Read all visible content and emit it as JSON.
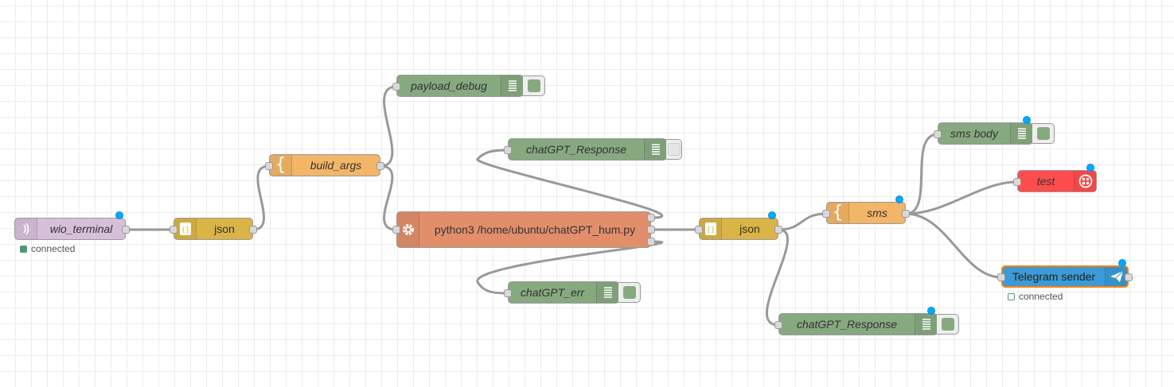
{
  "nodes": {
    "wio_terminal": {
      "label": "wio_terminal",
      "status": "connected"
    },
    "json1": {
      "label": "json"
    },
    "build_args": {
      "label": "build_args"
    },
    "payload_debug": {
      "label": "payload_debug"
    },
    "exec": {
      "label": "python3 /home/ubuntu/chatGPT_hum.py"
    },
    "chat_response_top": {
      "label": "chatGPT_Response"
    },
    "chat_err": {
      "label": "chatGPT_err"
    },
    "json2": {
      "label": "json"
    },
    "sms": {
      "label": "sms"
    },
    "sms_body": {
      "label": "sms body"
    },
    "test": {
      "label": "test"
    },
    "telegram": {
      "label": "Telegram sender",
      "status": "connected"
    },
    "chat_response_bottom": {
      "label": "chatGPT_Response"
    }
  },
  "colors": {
    "debug": "#87a980",
    "function": "#f3b567",
    "json": "#dab446",
    "twilio": "#ff4d4d",
    "serial": "#d7bfda",
    "exec": "#e28e6b",
    "telegram": "#3a9bd6",
    "changed_dot": "#00a8ff",
    "wire": "#999999"
  },
  "icons": {
    "serial": "signal-wave-icon",
    "json": "json-braces-icon",
    "function": "curly-brace-icon",
    "exec": "gear-icon",
    "debug": "list-lines-icon",
    "twilio": "twilio-icon",
    "telegram": "paper-plane-icon"
  }
}
